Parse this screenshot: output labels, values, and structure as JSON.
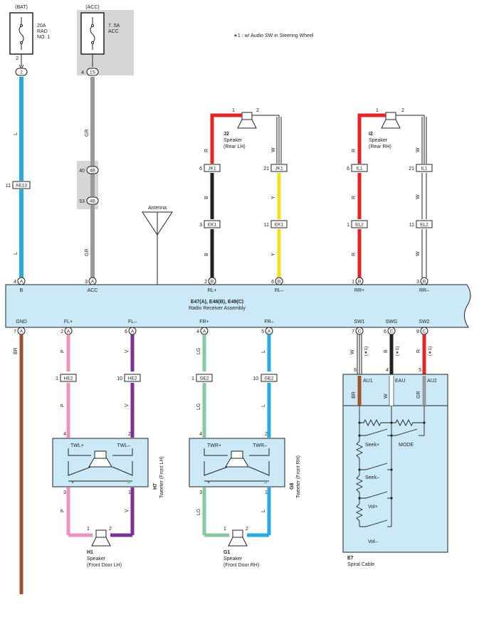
{
  "note": "∗1 : w/ Audio SW in Steering Wheel",
  "colors": {
    "L": "#27aae1",
    "GR": "#9a9a9a",
    "B": "#222222",
    "W": "#ffffff",
    "R": "#e42326",
    "Y": "#f5e01e",
    "BR": "#a0522d",
    "P": "#ee8fbf",
    "V": "#7b3294",
    "LG": "#86c9a0",
    "assembly": "#cbe9f6",
    "gray_box": "#d6d6d6"
  },
  "fuses": {
    "bat": {
      "source": "(BAT)",
      "rating": "20A",
      "name1": "RAD",
      "name2": "NO. 1",
      "pin": "2",
      "conn": "2"
    },
    "acc": {
      "source": "(ACC)",
      "rating": "7. 5A",
      "name1": "ACC",
      "pin": "4",
      "conn": "1S"
    }
  },
  "connectors": {
    "ae13": {
      "id": "AE13",
      "pin": "11"
    },
    "b4_40": {
      "id": "4B",
      "pin": "40"
    },
    "b4_53": {
      "id": "4B",
      "pin": "53"
    },
    "jk1_l": {
      "id": "JK1",
      "pin": "6"
    },
    "jk1_r": {
      "id": "JK1",
      "pin": "21"
    },
    "ek1_l": {
      "id": "EK1",
      "pin": "3"
    },
    "ek1_r": {
      "id": "EK1",
      "pin": "11"
    },
    "il1_l": {
      "id": "IL1",
      "pin": "6"
    },
    "il1_r": {
      "id": "IL1",
      "pin": "21"
    },
    "el2_l": {
      "id": "EL2",
      "pin": "1"
    },
    "el2_r": {
      "id": "EL2",
      "pin": "11"
    },
    "he2_l": {
      "id": "HE2",
      "pin": "1"
    },
    "he2_r": {
      "id": "HE2",
      "pin": "10"
    },
    "ge2_l": {
      "id": "GE2",
      "pin": "1"
    },
    "ge2_r": {
      "id": "GE2",
      "pin": "10"
    }
  },
  "wire_labels": {
    "bat1": "L",
    "bat2": "L",
    "acc1": "GR",
    "acc2": "GR",
    "rl_p1": "R",
    "rl_p2": "B",
    "rl_p3": "B",
    "rl_m1": "W",
    "rl_m2": "Y",
    "rl_m3": "Y",
    "rr_p1": "R",
    "rr_p2": "R",
    "rr_p3": "R",
    "rr_m1": "W",
    "rr_m2": "W",
    "rr_m3": "W",
    "gnd": "BR",
    "fl_p1": "P",
    "fl_p2": "P",
    "fl_p3": "P",
    "fl_m1": "V",
    "fl_m2": "V",
    "fl_m3": "V",
    "fr_p1": "LG",
    "fr_p2": "LG",
    "fr_p3": "LG",
    "fr_m1": "L",
    "fr_m2": "L",
    "fr_m3": "L",
    "sw1": "W",
    "swg": "B",
    "sw2": "R",
    "sw1b": "BR",
    "swgb": "W",
    "sw2b": "GR"
  },
  "star_mark": "(∗1)",
  "antenna": "Antenna",
  "radio": {
    "title": "E47(A), E48(B), E49(C)",
    "subtitle": "Radio Receiver Assembly",
    "top_pins": [
      {
        "pin": "4",
        "conn": "A",
        "label": "B"
      },
      {
        "pin": "3",
        "conn": "A",
        "label": "ACC"
      },
      {
        "pin": "2",
        "conn": "B",
        "label": "RL+"
      },
      {
        "pin": "6",
        "conn": "B",
        "label": "RL–"
      },
      {
        "pin": "1",
        "conn": "B",
        "label": "RR+"
      },
      {
        "pin": "3",
        "conn": "B",
        "label": "RR–"
      }
    ],
    "bottom_pins": [
      {
        "pin": "7",
        "conn": "A",
        "label": "GND"
      },
      {
        "pin": "2",
        "conn": "A",
        "label": "FL+"
      },
      {
        "pin": "6",
        "conn": "A",
        "label": "FL–"
      },
      {
        "pin": "4",
        "conn": "A",
        "label": "FR+"
      },
      {
        "pin": "5",
        "conn": "A",
        "label": "FR–"
      },
      {
        "pin": "7",
        "conn": "C",
        "label": "SW1"
      },
      {
        "pin": "6",
        "conn": "C",
        "label": "SWG"
      },
      {
        "pin": "8",
        "conn": "C",
        "label": "SW2"
      }
    ]
  },
  "speakers": {
    "j2": {
      "id": "J2",
      "name": "Speaker",
      "loc": "(Rear LH)",
      "p1": "1",
      "p2": "2"
    },
    "i2": {
      "id": "I2",
      "name": "Speaker",
      "loc": "(Rear RH)",
      "p1": "1",
      "p2": "2"
    },
    "h1": {
      "id": "H1",
      "name": "Speaker",
      "loc": "(Front Door LH)",
      "p1": "1",
      "p2": "2"
    },
    "g1": {
      "id": "G1",
      "name": "Speaker",
      "loc": "(Front Door RH)",
      "p1": "1",
      "p2": "2"
    }
  },
  "tweeters": {
    "h7": {
      "id": "H7",
      "name": "Tweeter (Front LH)",
      "t1": "TWL+",
      "t2": "TWL–",
      "p_in1": "4",
      "p_in2": "2",
      "p_out1": "3",
      "p_out2": "1",
      "plus": "+",
      "minus": "–"
    },
    "g8": {
      "id": "G8",
      "name": "Tweeter (Front RH)",
      "t1": "TWR+",
      "t2": "TWR–",
      "p_in1": "4",
      "p_in2": "2",
      "p_out1": "3",
      "p_out2": "1",
      "plus": "+",
      "minus": "–"
    }
  },
  "spiral": {
    "id": "E7",
    "name": "Spiral Cable",
    "pins": [
      {
        "pin": "6",
        "label": "AU1"
      },
      {
        "pin": "4",
        "label": "EAU"
      },
      {
        "pin": "5",
        "label": "AU2"
      }
    ],
    "switches": [
      "Seek+",
      "MODE",
      "Seek–",
      "Vol+",
      "Vol–"
    ]
  }
}
